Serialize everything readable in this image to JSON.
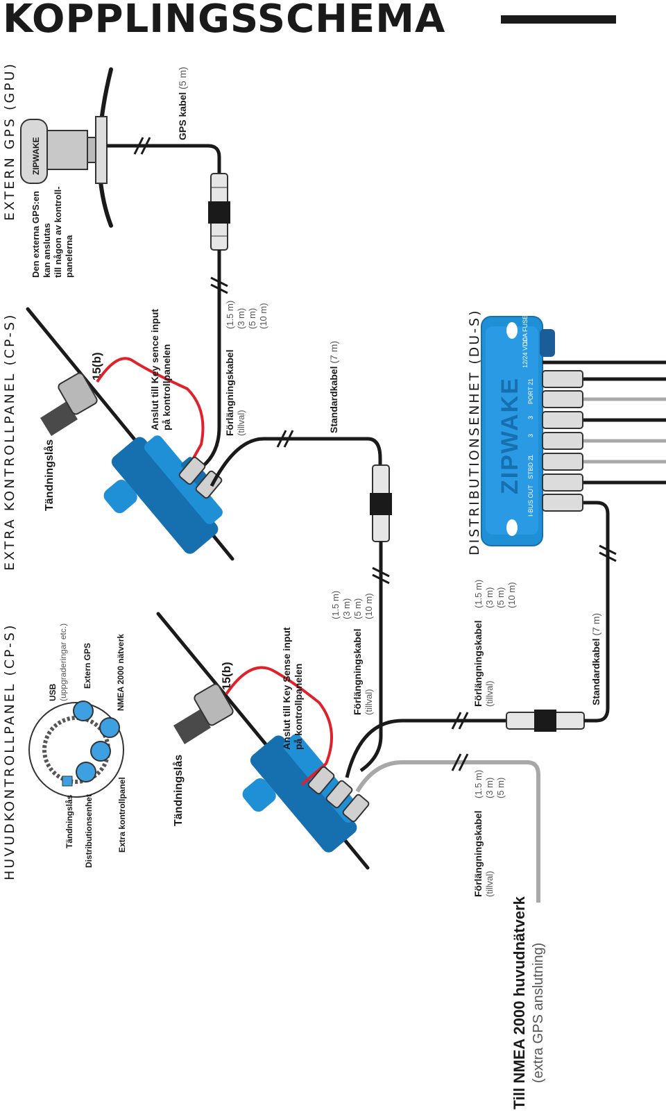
{
  "title": "KOPPLINGSSCHEMA",
  "sections": {
    "gps": "EXTERN GPS (GPU)",
    "extra_panel": "EXTRA KONTROLLPANEL (CP-S)",
    "main_panel": "HUVUDKONTROLLPANEL (CP-S)",
    "distribution": "DISTRIBUTIONSENHET (DU-S)"
  },
  "gps": {
    "note": [
      "Den externa GPS:en",
      "kan anslutas",
      "till någon av kontroll-",
      "panelerna"
    ],
    "cable_label": "GPS kabel",
    "cable_length": "(5 m)"
  },
  "extra_panel": {
    "ignition": "Tändningslås",
    "terminal": "15(b)",
    "key_sense": [
      "Anslut till Key sence input",
      "på kontrollpanelen"
    ],
    "extension_label": "Förlängningskabel",
    "optional": "(tillval)",
    "lengths": [
      "(1.5 m)",
      "(3 m)",
      "(5 m)",
      "(10 m)"
    ],
    "standard_cable": "Standardkabel",
    "standard_length": "(7 m)"
  },
  "main_panel": {
    "ports": {
      "usb": "USB",
      "usb_note": "(uppgraderingar etc.)",
      "ext_gps": "Extern GPS",
      "nmea": "NMEA 2000 nätverk",
      "ignition": "Tändningslås",
      "distribution": "Distributionsenhet",
      "extra_panel": "Extra kontrollpanel"
    },
    "ignition": "Tändningslås",
    "terminal": "15(b)",
    "key_sense": [
      "Anslut till Key Sense input",
      "på kontrollpanelen"
    ],
    "extension_label": "Förlängningskabel",
    "optional": "(tillval)",
    "lengths": [
      "(1.5 m)",
      "(3 m)",
      "(5 m)",
      "(10 m)"
    ]
  },
  "distribution": {
    "brand": "ZIPWAKE",
    "extension_label": "Förlängningskabel",
    "optional": "(tillval)",
    "lengths": [
      "(1.5 m)",
      "(3 m)",
      "(5 m)",
      "(10 m)"
    ],
    "standard_cable": "Standardkabel",
    "standard_length": "(7 m)",
    "ports": [
      "I-BUS OUT",
      "STBD 2",
      "1",
      "3",
      "3",
      "PORT 2",
      "1",
      "12/24 VDC",
      "10A FUSE"
    ]
  },
  "nmea": {
    "extension_label": "Förlängningskabel",
    "optional": "(tillval)",
    "lengths": [
      "(1.5 m)",
      "(3 m)",
      "(5 m)"
    ],
    "destination": "Till NMEA 2000 huvudnätverk",
    "destination_note": "(extra GPS anslutning)"
  },
  "colors": {
    "panel": "#1f8fd6",
    "panel_dark": "#1670b0",
    "cable_black": "#1a1a1a",
    "cable_red": "#e0202a",
    "cable_grey": "#a8a8a8"
  }
}
